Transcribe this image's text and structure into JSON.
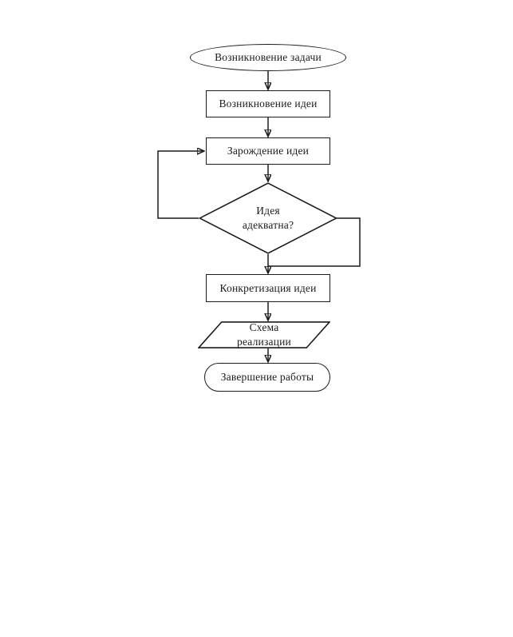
{
  "diagram": {
    "type": "flowchart",
    "language": "ru",
    "background_color": "#ffffff",
    "stroke_color": "#1c1c1c",
    "text_color": "#1c1c1c",
    "node_fill_color": "#ffffff",
    "nodes": [
      {
        "id": "start",
        "type": "terminator",
        "shape": "ellipse",
        "label": "Возникновение задачи"
      },
      {
        "id": "idea-emergence",
        "type": "process",
        "shape": "rectangle",
        "label": "Возникновение идеи"
      },
      {
        "id": "idea-gestation",
        "type": "process",
        "shape": "rectangle",
        "label": "Зарождение идеи"
      },
      {
        "id": "idea-adequate",
        "type": "decision",
        "shape": "diamond",
        "label": "Идея адекватна?"
      },
      {
        "id": "idea-concretization",
        "type": "process",
        "shape": "rectangle",
        "label": "Конкретизация идеи"
      },
      {
        "id": "implementation-scheme",
        "type": "input-output",
        "shape": "parallelogram",
        "label": "Схема реализации"
      },
      {
        "id": "end",
        "type": "terminator",
        "shape": "stadium",
        "label": "Завершение работы"
      }
    ],
    "edges": [
      {
        "from": "start",
        "to": "idea-emergence",
        "route": "straight-down",
        "arrow": true
      },
      {
        "from": "idea-emergence",
        "to": "idea-gestation",
        "route": "straight-down",
        "arrow": true
      },
      {
        "from": "idea-gestation",
        "to": "idea-adequate",
        "route": "straight-down",
        "arrow": true
      },
      {
        "from": "idea-adequate",
        "to": "idea-gestation",
        "route": "left-feedback-loop",
        "arrow": true
      },
      {
        "from": "idea-adequate",
        "to": "idea-concretization",
        "route": "right-side-bypass",
        "arrow": false
      },
      {
        "from": "idea-adequate",
        "to": "idea-concretization",
        "route": "straight-down",
        "arrow": true
      },
      {
        "from": "idea-concretization",
        "to": "implementation-scheme",
        "route": "straight-down",
        "arrow": true
      },
      {
        "from": "implementation-scheme",
        "to": "end",
        "route": "straight-down",
        "arrow": true
      }
    ]
  }
}
